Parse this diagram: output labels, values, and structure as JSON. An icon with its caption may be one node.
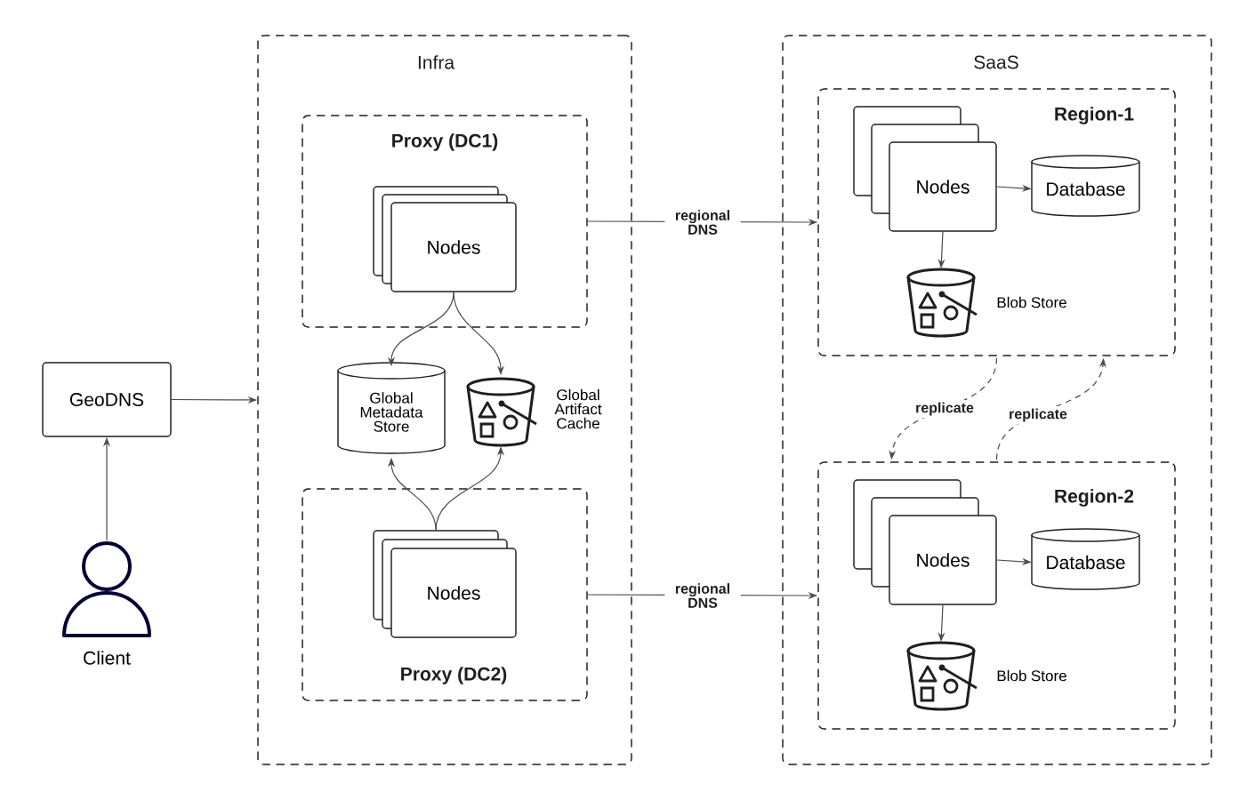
{
  "diagram": {
    "nodes": [
      {
        "text": [
          "GeoDNS"
        ]
      },
      {
        "text": [
          "Client"
        ]
      },
      {
        "text": [
          "Infra"
        ]
      },
      {
        "text": [
          "Proxy (DC1)"
        ],
        "in": 2
      },
      {
        "text": [
          "Nodes"
        ],
        "in": 3
      },
      {
        "text": [
          "Global Metadata Store"
        ],
        "in": 2
      },
      {
        "text": [
          "Global Artifact Cache"
        ],
        "in": 2
      },
      {
        "text": [
          "Proxy (DC2)"
        ],
        "in": 2
      },
      {
        "text": [
          "Nodes"
        ],
        "in": 7
      },
      {
        "text": [
          "SaaS"
        ]
      },
      {
        "text": [
          "Region-1"
        ],
        "in": 9
      },
      {
        "text": [
          "Nodes"
        ],
        "in": 10
      },
      {
        "text": [
          "Database"
        ],
        "in": 10
      },
      {
        "text": [
          "Blob Store"
        ],
        "in": 10
      },
      {
        "text": [
          "Region-2"
        ],
        "in": 9
      },
      {
        "text": [
          "Nodes"
        ],
        "in": 14
      },
      {
        "text": [
          "Database"
        ],
        "in": 14
      },
      {
        "text": [
          "Blob Store"
        ],
        "in": 14
      }
    ],
    "edges": [
      {
        "from": 1,
        "to": 0,
        "arrow": "to"
      },
      {
        "from": 0,
        "to": 2,
        "arrow": "to"
      },
      {
        "from": 4,
        "to": 5,
        "arrow": "to"
      },
      {
        "from": 4,
        "to": 6,
        "arrow": "to"
      },
      {
        "from": 8,
        "to": 5,
        "arrow": "to"
      },
      {
        "from": 8,
        "to": 6,
        "arrow": "to"
      },
      {
        "from": 3,
        "to": 10,
        "arrow": "to",
        "label": "regional DNS"
      },
      {
        "from": 7,
        "to": 14,
        "arrow": "to",
        "label": "regional DNS"
      },
      {
        "from": 11,
        "to": 12,
        "arrow": "to"
      },
      {
        "from": 11,
        "to": 13,
        "arrow": "to"
      },
      {
        "from": 15,
        "to": 16,
        "arrow": "to"
      },
      {
        "from": 15,
        "to": 17,
        "arrow": "to"
      },
      {
        "from": 10,
        "to": 14,
        "arrow": "to",
        "style": "dashed",
        "label": "replicate"
      },
      {
        "from": 14,
        "to": 10,
        "arrow": "to",
        "style": "dashed",
        "label": "replicate"
      }
    ]
  }
}
